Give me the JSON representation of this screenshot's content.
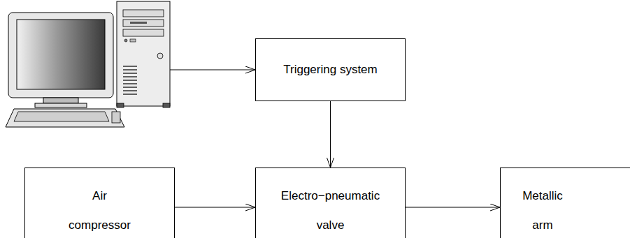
{
  "diagram": {
    "nodes": [
      {
        "text": [
          "Triggering system"
        ]
      },
      {
        "text": [
          "Air compressor"
        ]
      },
      {
        "text": [
          "Electro−pneumatic valve"
        ]
      },
      {
        "text": [
          "Metallic arm"
        ]
      }
    ],
    "edges": [
      {
        "from": 0,
        "to": 2,
        "arrow": "to"
      },
      {
        "from": 1,
        "to": 2,
        "arrow": "to"
      },
      {
        "from": 2,
        "to": 3,
        "arrow": "to"
      }
    ]
  }
}
